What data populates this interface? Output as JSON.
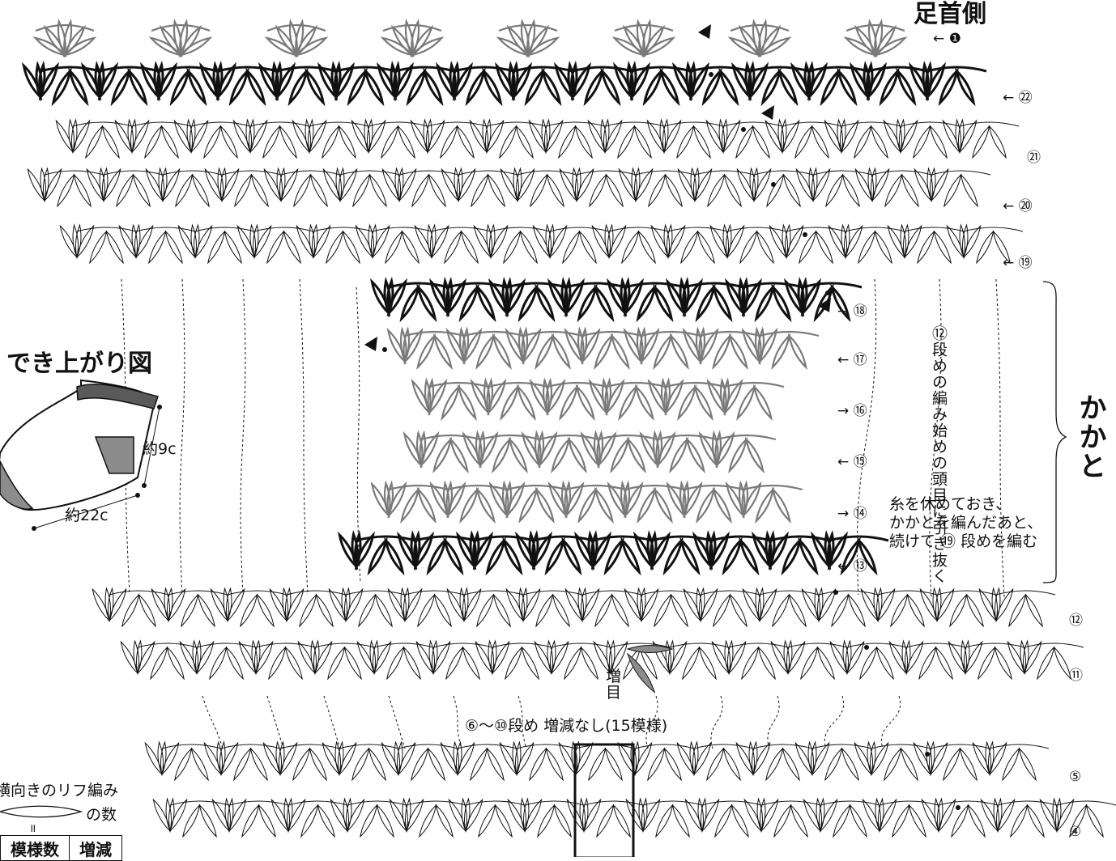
{
  "labels": {
    "ankle_side": "足首側",
    "rows": {
      "r22": "㉒",
      "r21": "㉑",
      "r20": "⑳",
      "r19": "⑲",
      "r18": "⑱",
      "r17": "⑰",
      "r16": "⑯",
      "r15": "⑮",
      "r14": "⑭",
      "r13": "⑬",
      "r12": "⑫",
      "r11": "⑪",
      "r5": "⑤",
      "r4": "④",
      "r1": "❶"
    },
    "heel": "かかと",
    "pull_through": "⑫段めの編み始めの頭目に引き抜く",
    "rest_note": [
      "糸を休めておき、",
      "かかとを編んだあと、",
      "続けて ⑲ 段めを編む"
    ],
    "increase": [
      "増",
      "目"
    ],
    "no_change": "⑥～⑩段め 増減なし(15模様)",
    "finished_title": "でき上がり図",
    "height": "約9c",
    "length": "約22c",
    "legend_top": "横向きのリフ編み",
    "legend_count": "の数",
    "legend_eq": "॥",
    "table_headers": [
      "模様数",
      "増減"
    ]
  },
  "colors": {
    "black": "#111111",
    "gray": "#7a7a7a",
    "light": "#111111",
    "sock_gray": "#8c8c8c",
    "sock_dark": "#5a5a5a"
  }
}
